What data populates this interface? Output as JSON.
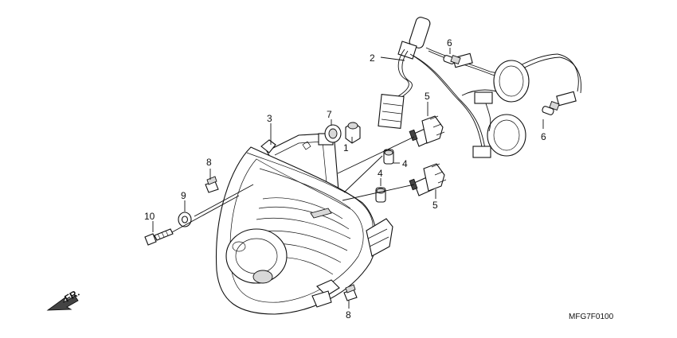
{
  "callouts": {
    "c1": "1",
    "c2": "2",
    "c3": "3",
    "c4a": "4",
    "c4b": "4",
    "c5a": "5",
    "c5b": "5",
    "c6a": "6",
    "c6b": "6",
    "c7": "7",
    "c8a": "8",
    "c8b": "8",
    "c9": "9",
    "c10": "10"
  },
  "direction_label": "FR.",
  "diagram_code": "MFG7F0100"
}
